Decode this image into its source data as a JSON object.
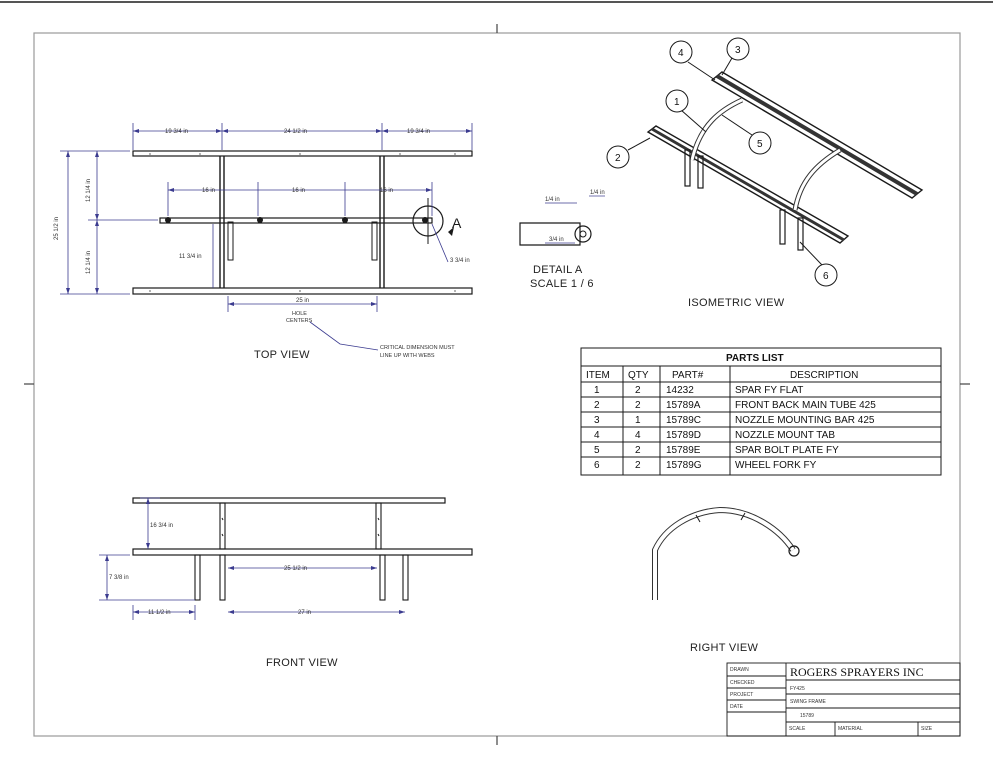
{
  "views": {
    "top": "TOP VIEW",
    "front": "FRONT VIEW",
    "right": "RIGHT VIEW",
    "isometric": "ISOMETRIC VIEW",
    "detail": "DETAIL  A",
    "detail_scale": "SCALE 1 / 6",
    "detail_marker": "A"
  },
  "top_view": {
    "dims_top": [
      "19 3/4 in",
      "24 1/2 in",
      "19 3/4 in"
    ],
    "dims_mid": [
      "16 in",
      "16 in",
      "16 in"
    ],
    "dims_left": [
      "12 1/4 in",
      "12 1/4 in"
    ],
    "dim_overall_height": "25 1/2 in",
    "dim_inner": "11 3/4 in",
    "dim_right": "3 3/4 in",
    "dim_holes": "25 in",
    "holes_note": [
      "HOLE",
      "CENTERS"
    ],
    "critical_note": [
      "CRITICAL DIMENSION MUST",
      "LINE UP WITH WEBS"
    ]
  },
  "detail_view": {
    "dims": [
      "1/4 in",
      "1/4 in",
      "3/4 in"
    ]
  },
  "front_view": {
    "dims": [
      "16 3/4 in",
      "7 3/8 in",
      "25 1/2 in",
      "11 1/2 in",
      "27 in"
    ]
  },
  "balloons": [
    "1",
    "2",
    "3",
    "4",
    "5",
    "6"
  ],
  "parts_list": {
    "title": "PARTS LIST",
    "headers": [
      "ITEM",
      "QTY",
      "PART#",
      "DESCRIPTION"
    ],
    "rows": [
      [
        "1",
        "2",
        "14232",
        "SPAR FY FLAT"
      ],
      [
        "2",
        "2",
        "15789A",
        "FRONT BACK MAIN TUBE 425"
      ],
      [
        "3",
        "1",
        "15789C",
        "NOZZLE MOUNTING BAR 425"
      ],
      [
        "4",
        "4",
        "15789D",
        "NOZZLE MOUNT TAB"
      ],
      [
        "5",
        "2",
        "15789E",
        "SPAR BOLT PLATE FY"
      ],
      [
        "6",
        "2",
        "15789G",
        "WHEEL FORK FY"
      ]
    ]
  },
  "title_block": {
    "company": "ROGERS SPRAYERS INC",
    "title": "FY425",
    "subtitle": "SWING FRAME",
    "part_number": "15789",
    "small_labels": [
      "DRAWN",
      "CHECKED",
      "PROJECT",
      "DATE",
      "SCALE",
      "MATERIAL",
      "SIZE"
    ]
  },
  "colors": {
    "line": "#1a1a1a",
    "dimension": "#3b3b8f",
    "paper": "#ffffff",
    "frame": "#9a9a9a"
  }
}
